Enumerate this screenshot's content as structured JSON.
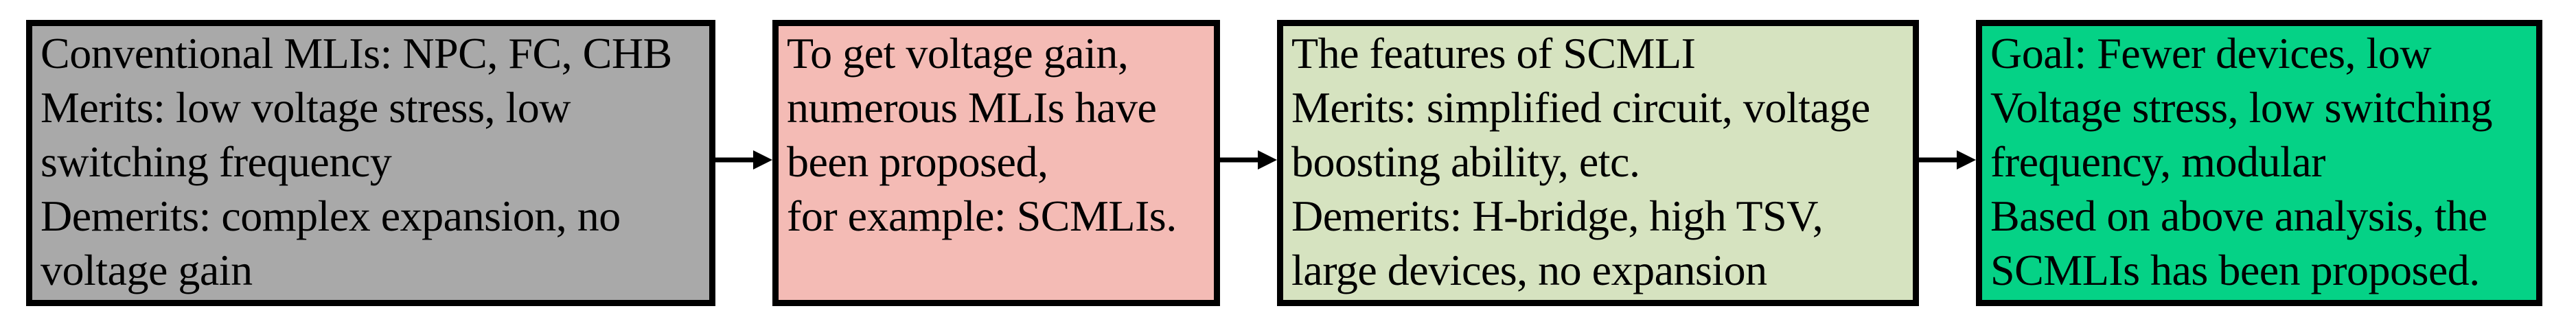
{
  "figure": {
    "background": "#ffffff",
    "border_color": "#000000",
    "arrow_color": "#000000",
    "text_color": "#000000",
    "boxes": [
      {
        "id": "conventional-mlis",
        "fill": "#a9a9a9",
        "lines": [
          "Conventional MLIs: NPC, FC, CHB",
          "Merits: low voltage stress, low",
          "switching frequency",
          "Demerits: complex expansion, no",
          "voltage gain"
        ]
      },
      {
        "id": "voltage-gain-mlis",
        "fill": "#f4bbb5",
        "lines": [
          "To get voltage gain,",
          "numerous MLIs have",
          "been proposed,",
          "for example: SCMLIs."
        ]
      },
      {
        "id": "scmli-features",
        "fill": "#d6e3c0",
        "lines": [
          "The features of SCMLI",
          "Merits: simplified circuit, voltage",
          "boosting ability, etc.",
          "Demerits: H-bridge, high TSV,",
          "large devices, no expansion"
        ]
      },
      {
        "id": "goal-scmli-proposed",
        "fill": "#05d286",
        "lines": [
          "Goal: Fewer devices, low",
          "Voltage stress, low switching",
          "frequency, modular",
          "Based on above analysis, the",
          "SCMLIs has been proposed."
        ]
      }
    ]
  }
}
